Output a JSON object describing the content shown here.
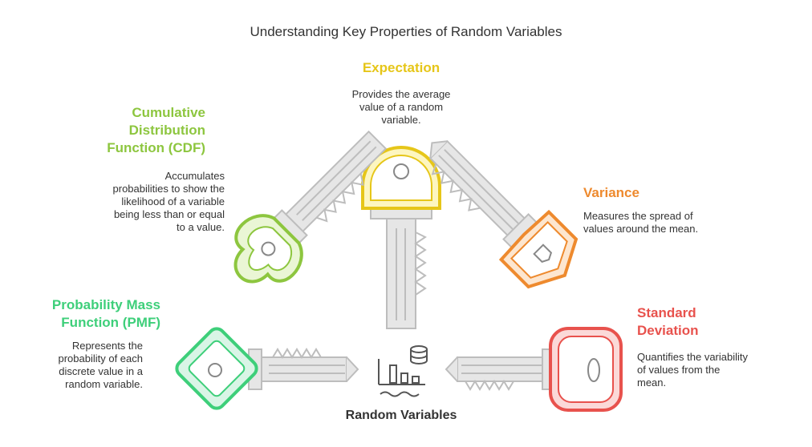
{
  "title": "Understanding Key Properties of Random Variables",
  "center": {
    "label": "Random Variables",
    "icon": "data-chart-icon"
  },
  "colors": {
    "expectation": "#e6c619",
    "cdf": "#8dc63f",
    "pmf": "#3ecf7a",
    "variance": "#ee8a2e",
    "stddev": "#e8524d",
    "key_shaft": "#cfcfcf"
  },
  "items": {
    "expectation": {
      "title": "Expectation",
      "desc": [
        "Provides the average",
        "value of a random",
        "variable."
      ]
    },
    "cdf": {
      "title": [
        "Cumulative",
        "Distribution",
        "Function (CDF)"
      ],
      "desc": [
        "Accumulates",
        "probabilities to show the",
        "likelihood of a variable",
        "being less than or equal",
        "to a value."
      ]
    },
    "pmf": {
      "title": [
        "Probability Mass",
        "Function (PMF)"
      ],
      "desc": [
        "Represents the",
        "probability of each",
        "discrete value in a",
        "random variable."
      ]
    },
    "variance": {
      "title": "Variance",
      "desc": [
        "Measures the spread of",
        "values around the mean."
      ]
    },
    "stddev": {
      "title": [
        "Standard",
        "Deviation"
      ],
      "desc": [
        "Quantifies the variability",
        "of values from the",
        "mean."
      ]
    }
  }
}
